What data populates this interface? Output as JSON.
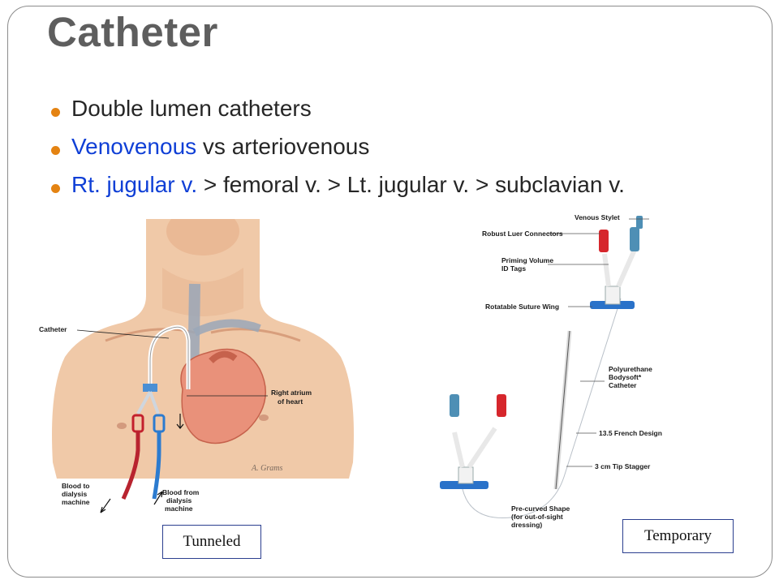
{
  "slide": {
    "title": "Catheter",
    "bullets": [
      {
        "parts": [
          "Double lumen catheters",
          "",
          "",
          ""
        ]
      },
      {
        "parts": [
          "",
          "Venovenous",
          " vs arteriovenous",
          ""
        ]
      },
      {
        "parts": [
          "",
          "Rt. jugular v.",
          " > femoral v. > Lt. jugular v. > subclavian v.",
          ""
        ]
      }
    ]
  },
  "figure_left": {
    "annotations": {
      "catheter": "Catheter",
      "right_atrium_1": "Right atrium",
      "right_atrium_2": "of heart",
      "blood_to_1": "Blood to",
      "blood_to_2": "dialysis",
      "blood_to_3": "machine",
      "blood_from_1": "Blood from",
      "blood_from_2": "dialysis",
      "blood_from_3": "machine",
      "signature": "A. Grams"
    },
    "caption": "Tunneled"
  },
  "figure_right": {
    "annotations": {
      "venous_stylet": "Venous Stylet",
      "luer": "Robust Luer Connectors",
      "priming_1": "Priming Volume",
      "priming_2": "ID Tags",
      "suture_wing": "Rotatable Suture Wing",
      "poly_1": "Polyurethane",
      "poly_2": "Bodysoft*",
      "poly_3": "Catheter",
      "french": "13.5 French Design",
      "stagger": "3 cm Tip Stagger",
      "precurved_1": "Pre-curved Shape",
      "precurved_2": "(for out-of-sight",
      "precurved_3": "dressing)"
    },
    "caption": "Temporary"
  },
  "colors": {
    "title": "#5e5e5e",
    "text": "#262626",
    "highlight_blue": "#0f3fd6",
    "bullet": "#e48312",
    "box_border": "#2b3f8f"
  }
}
